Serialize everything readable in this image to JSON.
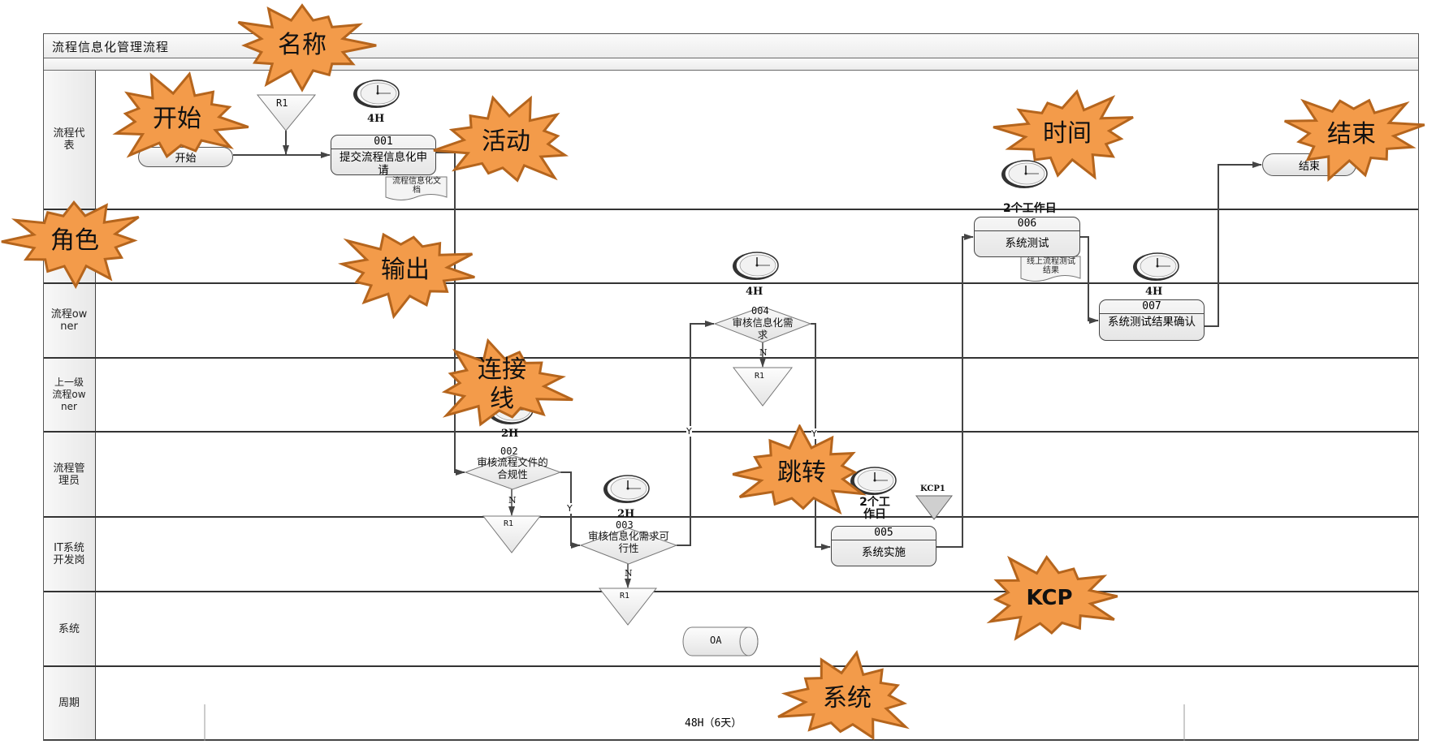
{
  "diagram": {
    "title": "流程信息化管理流程",
    "lanes": [
      {
        "role": "流程代表"
      },
      {
        "role": ""
      },
      {
        "role": "流程owner"
      },
      {
        "role": "上一级流程owner"
      },
      {
        "role": "流程管理员"
      },
      {
        "role": "IT系统开发岗"
      },
      {
        "role": "系统"
      },
      {
        "role": "周期"
      }
    ],
    "start": "开始",
    "end": "结束",
    "activities": [
      {
        "id": "001",
        "name": "提交流程信息化申请",
        "time": "4H",
        "output": "流程信息化文档"
      },
      {
        "id": "002",
        "name": "审核流程文件的合规性",
        "time": "2H"
      },
      {
        "id": "003",
        "name": "审核信息化需求可行性",
        "time": "2H"
      },
      {
        "id": "004",
        "name": "审核信息化需求",
        "time": "4H"
      },
      {
        "id": "005",
        "name": "系统实施",
        "time": "2个工作日"
      },
      {
        "id": "006",
        "name": "系统测试",
        "time": "2个工作日",
        "output": "线上流程测试结果"
      },
      {
        "id": "007",
        "name": "系统测试结果确认",
        "time": "4H"
      }
    ],
    "jumps": [
      "R1",
      "R1",
      "R1",
      "R1"
    ],
    "branch_labels": {
      "yes": "Y",
      "no": "N"
    },
    "kcp": "KCP1",
    "system": "OA",
    "cycle": "48H（6天）"
  },
  "annotations": {
    "name": "名称",
    "start": "开始",
    "activity": "活动",
    "role": "角色",
    "output": "输出",
    "connector": "连接线",
    "jump": "跳转",
    "time": "时间",
    "end": "结束",
    "kcp": "KCP",
    "system": "系统"
  },
  "colors": {
    "callout_fill": "#F39B4A",
    "callout_stroke": "#B5651D",
    "line": "#444444",
    "kcp_fill": "#CFCFCF"
  }
}
